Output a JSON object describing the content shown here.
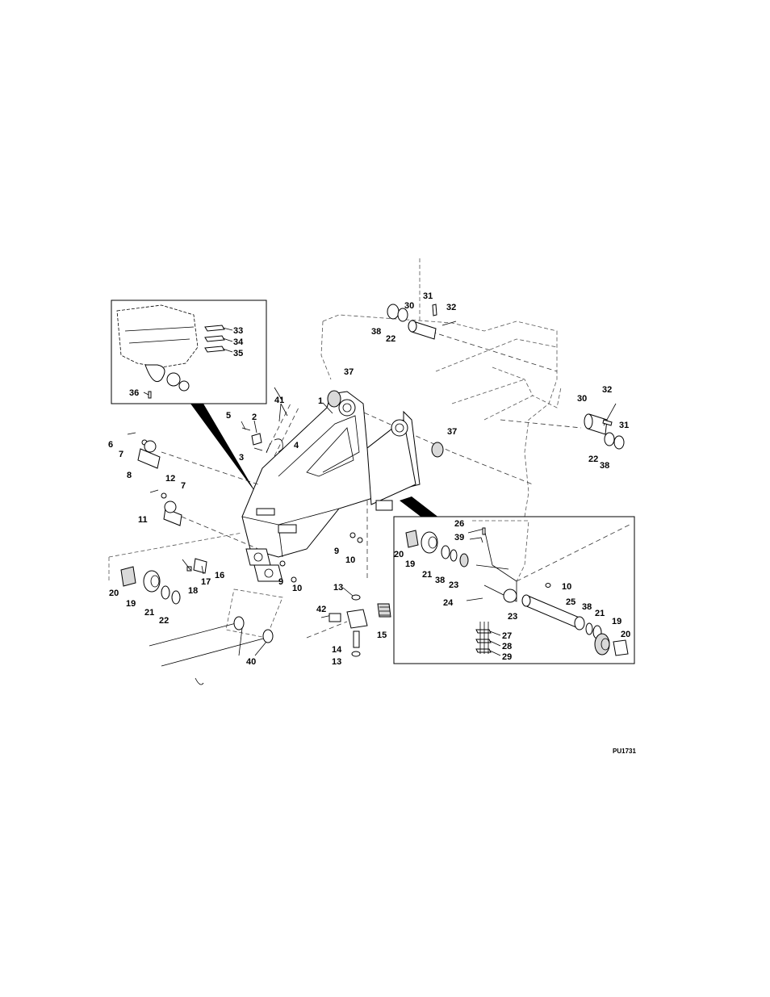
{
  "figure_code": "PU1731",
  "callouts": [
    "1",
    "2",
    "3",
    "4",
    "5",
    "6",
    "7",
    "8",
    "9",
    "10",
    "11",
    "12",
    "13",
    "14",
    "15",
    "16",
    "17",
    "18",
    "19",
    "20",
    "21",
    "22",
    "23",
    "24",
    "25",
    "26",
    "27",
    "28",
    "29",
    "30",
    "31",
    "32",
    "33",
    "34",
    "35",
    "36",
    "37",
    "38",
    "39",
    "40",
    "41",
    "42"
  ]
}
